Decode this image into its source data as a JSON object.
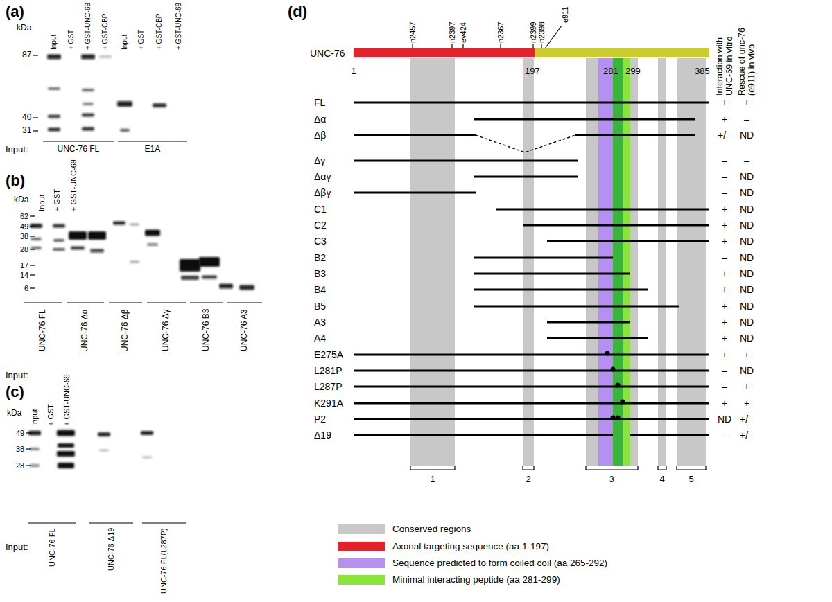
{
  "diagram": {
    "labels": [
      "(a)",
      "kDa",
      "Input",
      "+ GST",
      "+ GST-UNC-69",
      "+ GST-CBP",
      "Input",
      "+ GST",
      "+ GST-CBP",
      "+ GST-UNC-69",
      "87",
      "40",
      "31",
      "Input:",
      "UNC-76 FL",
      "E1A",
      "(b)",
      "kDa",
      "Input",
      "+ GST",
      "+ GST-UNC-69",
      "62",
      "49",
      "38",
      "28",
      "17",
      "14",
      "6",
      "Input:",
      "UNC-76 FL",
      "UNC-76 Δα",
      "UNC-76 Δβ",
      "UNC-76 Δγ",
      "UNC-76 B3",
      "UNC-76 A3",
      "(c)",
      "kDa",
      "Input",
      "+ GST",
      "+ GST-UNC-69",
      "49",
      "38",
      "28",
      "Input:",
      "UNC-76 FL",
      "UNC-76 Δ19",
      "UNC-76 FL(L287P)",
      "(d)",
      "n2457",
      "n2397",
      "ev424",
      "n2367",
      "n2399",
      "n2398",
      "e911",
      "UNC-76",
      "1",
      "197",
      "281",
      "299",
      "385",
      "Interaction with UNC-69 in vitro",
      "Rescue of unc-76 (e911) in vivo",
      "FL",
      "+",
      "+",
      "Δα",
      "+",
      "–",
      "Δβ",
      "+/–",
      "ND",
      "Δγ",
      "–",
      "–",
      "Δαγ",
      "–",
      "ND",
      "Δβγ",
      "–",
      "ND",
      "C1",
      "+",
      "ND",
      "C2",
      "+",
      "ND",
      "C3",
      "+",
      "ND",
      "B2",
      "–",
      "ND",
      "B3",
      "+",
      "ND",
      "B4",
      "+",
      "ND",
      "B5",
      "+",
      "ND",
      "A3",
      "+",
      "ND",
      "A4",
      "+",
      "ND",
      "E275A",
      "+",
      "+",
      "L281P",
      "–",
      "ND",
      "L287P",
      "–",
      "+",
      "K291A",
      "+",
      "+",
      "P2",
      "ND",
      "+/–",
      "Δ19",
      "–",
      "+/–",
      "1",
      "2",
      "3",
      "4",
      "5"
    ],
    "legend": [
      {
        "text": "Conserved regions",
        "color": "#c8c8c8"
      },
      {
        "text": "Axonal targeting sequence (aa 1-197)",
        "color": "#e3232b"
      },
      {
        "text": "Sequence predicted to form coiled coil (aa 265-292)",
        "color": "#b690f0"
      },
      {
        "text": "Minimal interacting peptide (aa 281-299)",
        "color": "#8be33b"
      }
    ]
  }
}
